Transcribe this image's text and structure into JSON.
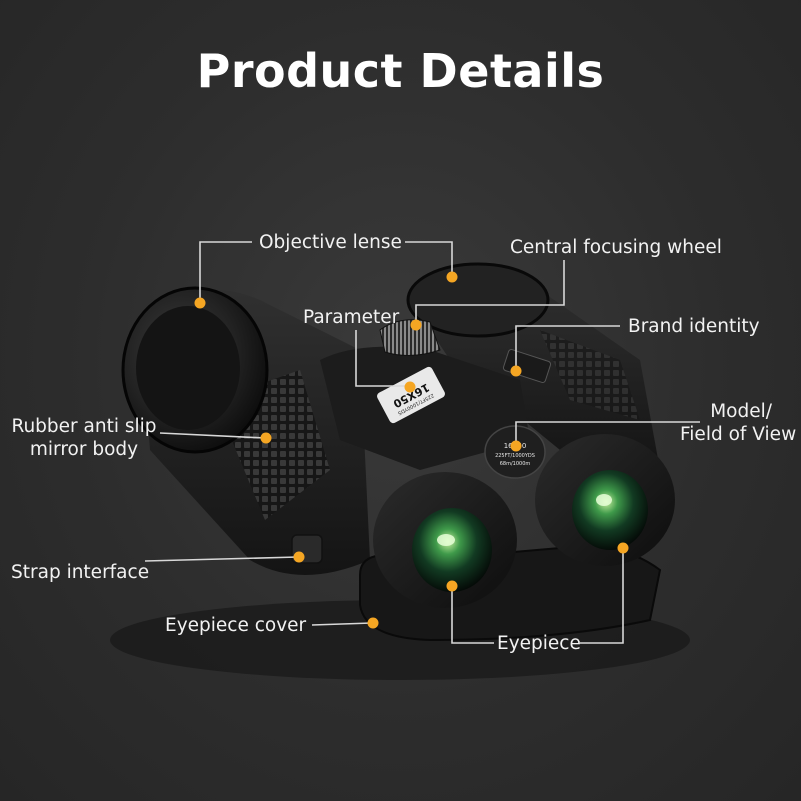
{
  "title": "Product Details",
  "accent_color": "#f5a623",
  "line_color": "#d8d8d8",
  "labels": {
    "objective_lense": "Objective lense",
    "central_focusing_wheel": "Central focusing wheel",
    "parameter": "Parameter",
    "brand_identity": "Brand identity",
    "model_line1": "Model/",
    "model_line2": "Field of View",
    "rubber_line1": "Rubber anti slip",
    "rubber_line2": "mirror body",
    "strap_interface": "Strap interface",
    "eyepiece_cover": "Eyepiece cover",
    "eyepiece": "Eyepiece"
  },
  "body_print": {
    "model": "16X50",
    "spec_small": "225FT/1000YDS"
  },
  "eyepiece_print": {
    "model": "16X50",
    "line2": "225FT/1000YDS",
    "line3": "68m/1000m"
  }
}
